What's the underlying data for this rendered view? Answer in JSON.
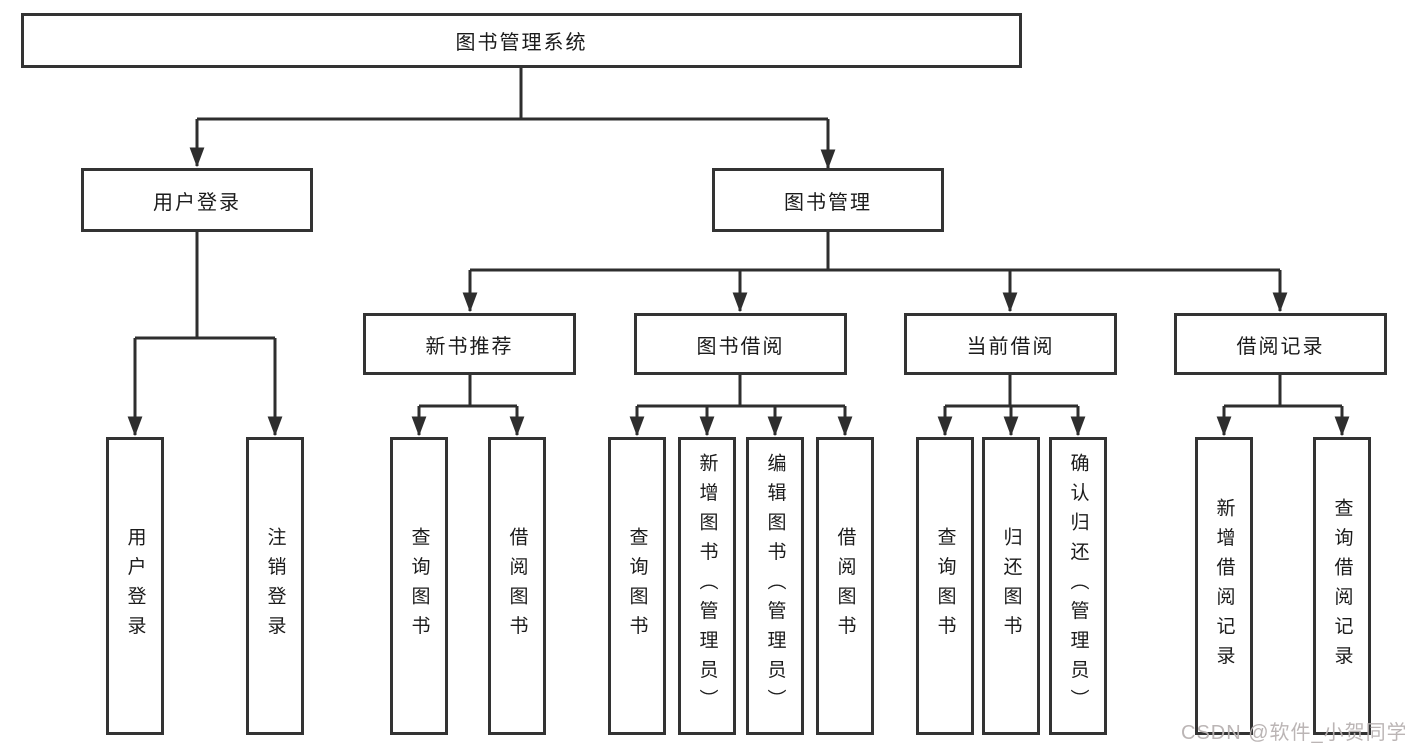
{
  "diagram": {
    "title": "图书管理系统",
    "level1": [
      {
        "label": "用户登录"
      },
      {
        "label": "图书管理"
      }
    ],
    "level2": [
      {
        "label": "新书推荐",
        "parent": "图书管理"
      },
      {
        "label": "图书借阅",
        "parent": "图书管理"
      },
      {
        "label": "当前借阅",
        "parent": "图书管理"
      },
      {
        "label": "借阅记录",
        "parent": "图书管理"
      }
    ],
    "leaves": [
      {
        "label": "用户登录",
        "parent": "用户登录"
      },
      {
        "label": "注销登录",
        "parent": "用户登录"
      },
      {
        "label": "查询图书",
        "parent": "新书推荐"
      },
      {
        "label": "借阅图书",
        "parent": "新书推荐"
      },
      {
        "label": "查询图书",
        "parent": "图书借阅"
      },
      {
        "label": "新增图书（管理员）",
        "parent": "图书借阅"
      },
      {
        "label": "编辑图书（管理员）",
        "parent": "图书借阅"
      },
      {
        "label": "借阅图书",
        "parent": "图书借阅"
      },
      {
        "label": "查询图书",
        "parent": "当前借阅"
      },
      {
        "label": "归还图书",
        "parent": "当前借阅"
      },
      {
        "label": "确认归还（管理员）",
        "parent": "当前借阅"
      },
      {
        "label": "新增借阅记录",
        "parent": "借阅记录"
      },
      {
        "label": "查询借阅记录",
        "parent": "借阅记录"
      }
    ]
  },
  "watermark": {
    "text": "CSDN @软件_小贺同学"
  },
  "colors": {
    "line": "#2e2e2e",
    "box_border": "#333333",
    "text": "#1b1b1b",
    "background": "#ffffff",
    "watermark": "#b8b2b2"
  }
}
